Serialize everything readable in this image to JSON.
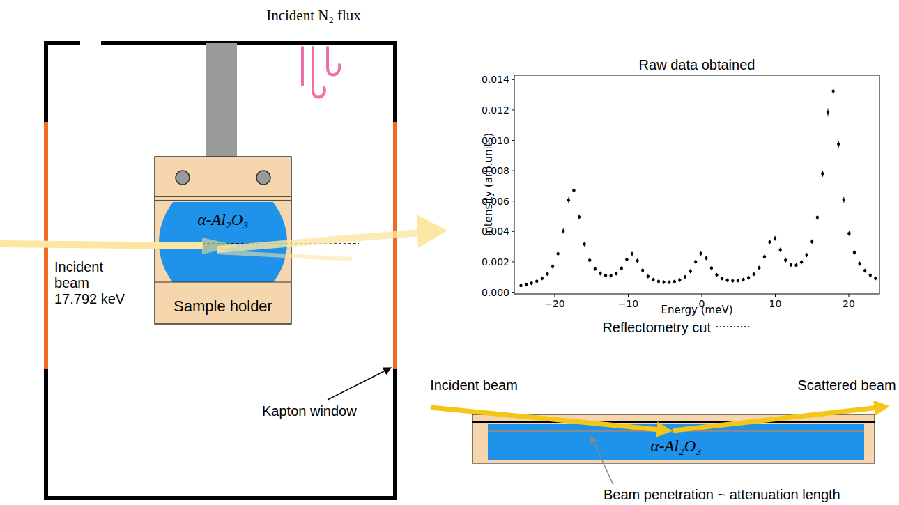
{
  "diagram": {
    "nodes": [
      {
        "text": [
          "Sample holder"
        ]
      },
      {
        "text": [
          "α-Al₂O₃"
        ],
        "in": 0
      },
      {
        "text": [
          "α-Al₂O₃"
        ]
      }
    ],
    "labels": [
      "Incident N₂ flux",
      "Incident beam 17.792 keV",
      "Kapton window",
      "Raw data obtained",
      "Intensity (arb.units)",
      "Energy (meV)",
      "0.000",
      "0.002",
      "0.004",
      "0.006",
      "0.008",
      "0.010",
      "0.012",
      "0.014",
      "−20",
      "−10",
      "0",
      "10",
      "20",
      "Reflectometry cut",
      "Incident beam",
      "Scattered beam",
      "Beam penetration ~ attenuation length"
    ]
  }
}
